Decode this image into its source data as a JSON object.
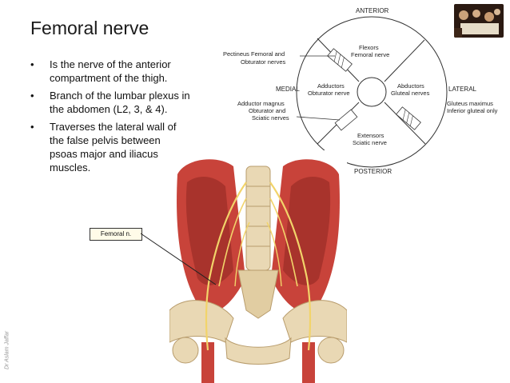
{
  "slide": {
    "title": "Femoral nerve",
    "bullets": [
      "Is the nerve of the anterior compartment of the thigh.",
      "Branch of the lumbar plexus in the abdomen (L2, 3, & 4).",
      "Traverses the lateral wall of the false pelvis between psoas major and iliacus muscles."
    ],
    "bullet_symbol": "•",
    "watermark": "Dr Aslam Jaffar"
  },
  "figure": {
    "label": "Femoral n."
  },
  "diagram": {
    "anterior": "ANTERIOR",
    "posterior": "POSTERIOR",
    "medial": "MEDIAL",
    "lateral": "LATERAL",
    "pectineus_1": "Pectineus Femoral and",
    "pectineus_2": "Obturator nerves",
    "adductor_mag_1": "Adductor magnus",
    "adductor_mag_2": "Obturator and",
    "adductor_mag_3": "Sciatic nerves",
    "gluteus_1": "Gluteus maximus",
    "gluteus_2": "Inferior gluteal only",
    "flexors_1": "Flexors",
    "flexors_2": "Femoral nerve",
    "adductors_1": "Adductors",
    "adductors_2": "Obturator nerve",
    "abductors_1": "Abductors",
    "abductors_2": "Gluteal nerves",
    "extensors_1": "Extensors",
    "extensors_2": "Sciatic nerve"
  },
  "colors": {
    "muscle": "#c8433a",
    "muscle_dark": "#8f2320",
    "bone": "#e9d8b4",
    "nerve": "#f2d46a",
    "label_bg": "#fffbe8"
  }
}
